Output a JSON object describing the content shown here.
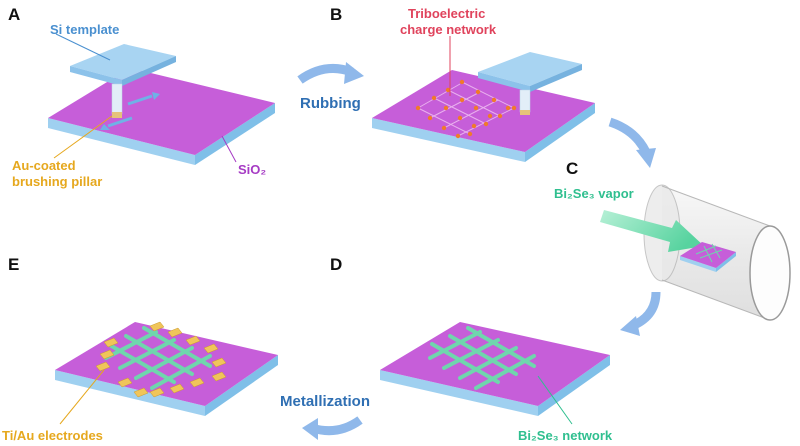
{
  "panels": {
    "a": {
      "letter": "A",
      "si_template": "Si template",
      "pillar_line1": "Au-coated",
      "pillar_line2": "brushing pillar",
      "substrate": "SiO₂"
    },
    "b": {
      "letter": "B",
      "charge_line1": "Triboelectric",
      "charge_line2": "charge network"
    },
    "c": {
      "letter": "C",
      "vapor": "Bi₂Se₃ vapor"
    },
    "d": {
      "letter": "D",
      "network": "Bi₂Se₃ network"
    },
    "e": {
      "letter": "E",
      "electrodes": "Ti/Au electrodes"
    }
  },
  "steps": {
    "rubbing": "Rubbing",
    "metallization": "Metallization"
  },
  "colors": {
    "substrate_top": "#c65ed9",
    "substrate_side": "#9fd0f0",
    "template": "#a8d4f2",
    "nanowire": "#6fd6ad",
    "electrode": "#f0c55a",
    "charge": "#f07a2a",
    "arrow": "#8fb8ea",
    "label_blue": "#4a90d0",
    "label_orange": "#e6a81e",
    "label_purple": "#a63bc4",
    "label_red": "#e0435c",
    "label_green": "#2fbf8f",
    "step_text": "#2f6fb3"
  }
}
